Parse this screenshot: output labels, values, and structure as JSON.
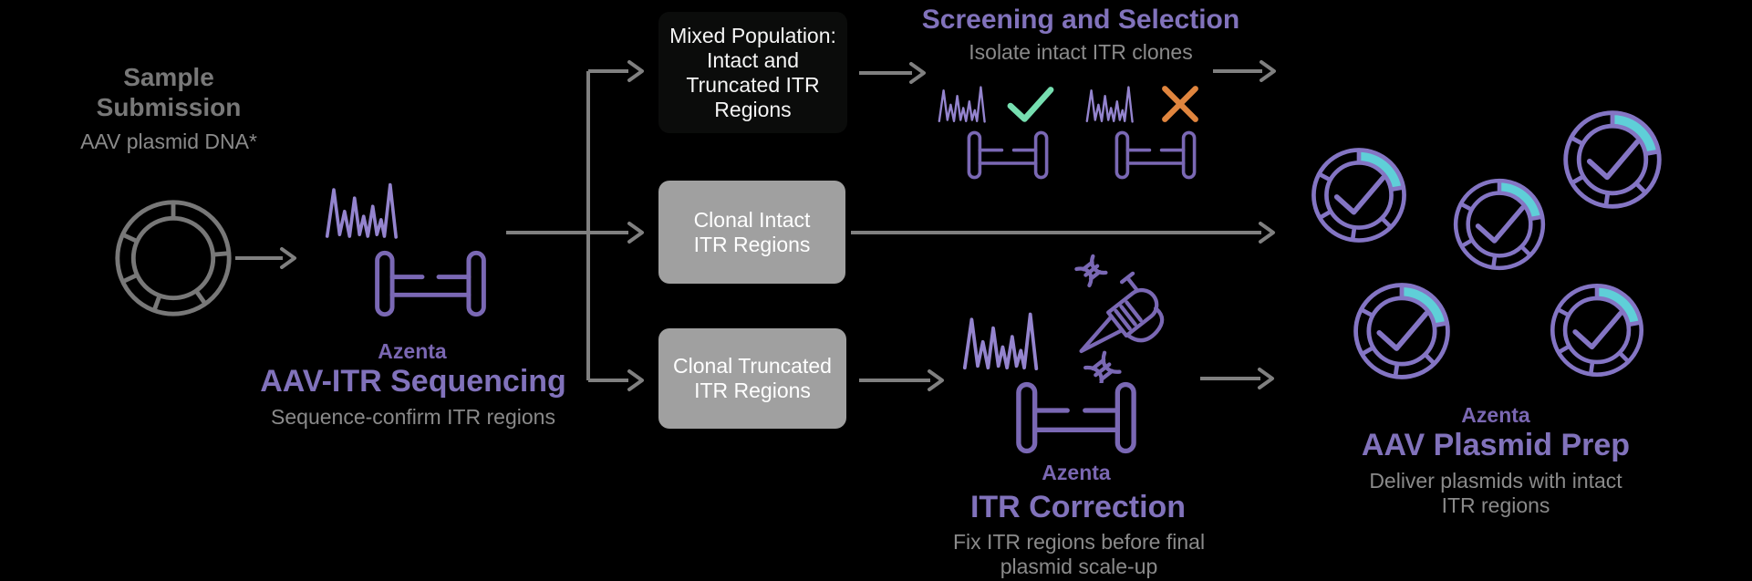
{
  "colors": {
    "background": "#000000",
    "heading_purple": "#8172bb",
    "brand_purple": "#7a67b2",
    "icon_purple": "#7a68b4",
    "trace_purple": "#9484ce",
    "ring_purple": "#8475c4",
    "teal_segment": "#5fcfd8",
    "check_green": "#76deb0",
    "x_orange": "#e0853e",
    "gray_title": "#787878",
    "gray_subtitle": "#8a8a8a",
    "arrow_gray": "#808080",
    "dark_box_bg": "#0b0c0b",
    "gray_box_bg": "#a0a0a0",
    "box_text": "#ffffff"
  },
  "sample_submission": {
    "title": "Sample Submission",
    "subtitle": "AAV plasmid DNA*"
  },
  "sequencing": {
    "brand": "Azenta",
    "title": "AAV-ITR Sequencing",
    "subtitle": "Sequence-confirm ITR regions"
  },
  "boxes": {
    "mixed": {
      "lines": [
        "Mixed Population:",
        "Intact and",
        "Truncated ITR",
        "Regions"
      ]
    },
    "clonal_intact": {
      "lines": [
        "Clonal Intact",
        "ITR Regions"
      ]
    },
    "clonal_truncated": {
      "lines": [
        "Clonal Truncated",
        "ITR Regions"
      ]
    }
  },
  "screening": {
    "title": "Screening and Selection",
    "subtitle": "Isolate intact ITR clones"
  },
  "correction": {
    "brand": "Azenta",
    "title": "ITR Correction",
    "subtitle": "Fix ITR regions before final plasmid scale-up"
  },
  "plasmid_prep": {
    "brand": "Azenta",
    "title": "AAV Plasmid Prep",
    "subtitle": "Deliver plasmids with intact ITR regions"
  }
}
